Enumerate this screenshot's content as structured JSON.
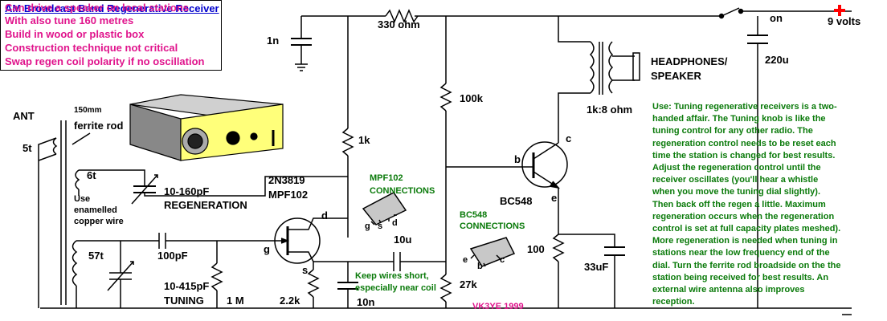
{
  "title": "AM Broadcast Band Regenerative Receiver",
  "notes": [
    "Can drive a speaker on local stations",
    "With also tune 160 metres",
    "Build in wood or plastic box",
    "Construction technique not critical",
    "Swap regen coil polarity if no oscillation"
  ],
  "labels": {
    "ant": "ANT",
    "ferrite_size": "150mm",
    "ferrite_rod": "ferrite rod",
    "turns_5t": "5t",
    "turns_6t": "6t",
    "turns_57t": "57t",
    "wire_note_1": "Use",
    "wire_note_2": "enamelled",
    "wire_note_3": "copper wire",
    "cap_regen_value": "10-160pF",
    "cap_regen_name": "REGENERATION",
    "cap_tune_value": "10-415pF",
    "cap_tune_name": "TUNING",
    "cap_100pf": "100pF",
    "res_1m": "1 M",
    "res_2k2": "2.2k",
    "res_1k": "1k",
    "cap_1n": "1n",
    "res_330": "330 ohm",
    "res_100k": "100k",
    "res_27k": "27k",
    "res_100": "100",
    "cap_10u": "10u",
    "cap_10n": "10n",
    "cap_33uf": "33uF",
    "cap_220u": "220u",
    "fet_type_1": "2N3819",
    "fet_type_2": "MPF102",
    "pin_g": "g",
    "pin_s": "s",
    "pin_d": "d",
    "mpf_conn_1": "MPF102",
    "mpf_conn_2": "CONNECTIONS",
    "bc_conn_1": "BC548",
    "bc_conn_2": "CONNECTIONS",
    "bjt_type": "BC548",
    "pin_b": "b",
    "pin_c": "c",
    "pin_e": "e",
    "transformer": "1k:8 ohm",
    "phones_1": "HEADPHONES/",
    "phones_2": "SPEAKER",
    "switch_on": "on",
    "supply": "9 volts",
    "plus": "+",
    "keep_1": "Keep wires short,",
    "keep_2": "especially near coil",
    "author": "VK3YE  1999"
  },
  "usage": "Use: Tuning regenerative receivers is a two-handed affair. The Tuning knob is like the tuning control for any other radio. The regeneration control needs to be reset each time the station is changed for best results.  Adjust the regeneration control until the receiver oscillates (you'll hear a whistle when you move the tuning dial slightly). Then back off the regen a little. Maximum regeneration occurs when the regeneration control is set at full capacity plates meshed).  More regeneration is needed when tuning in stations near the low frequency end of the dial.  Turn the ferrite rod broadside on the the station being received for best results.  An external wire antenna also improves reception."
}
